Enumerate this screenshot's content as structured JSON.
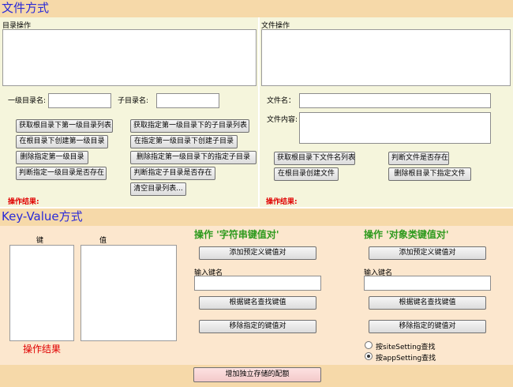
{
  "file_section": {
    "title": "文件方式",
    "dir_ops": {
      "label": "目录操作",
      "level1_label": "一级目录名:",
      "subdir_label": "子目录名:",
      "buttons": [
        "获取根目录下第一级目录列表",
        "在根目录下创建第一级目录",
        "删除指定第一级目录",
        "判断指定一级目录是否存在",
        "获取指定第一级目录下的子目录列表",
        "在指定第一级目录下创建子目录",
        "删除指定第一级目录下的指定子目录",
        "判断指定子目录是否存在",
        "清空目录列表..."
      ],
      "result": "操作结果:"
    },
    "file_ops": {
      "label": "文件操作",
      "filename_label": "文件名：",
      "content_label": "文件内容:",
      "buttons": [
        "获取根目录下文件名列表",
        "在根目录创建文件",
        "判断文件是否存在",
        "删除根目录下指定文件"
      ],
      "result": "操作结果:"
    }
  },
  "kv_section": {
    "title": "Key-Value方式",
    "key_header": "键",
    "value_header": "值",
    "result": "操作结果",
    "string_ops": {
      "title": "操作 '字符串键值对'",
      "add": "添加预定义键值对",
      "input_label": "输入键名",
      "find": "根据键名查找键值",
      "remove": "移除指定的键值对"
    },
    "object_ops": {
      "title": "操作 '对象类键值对'",
      "add": "添加预定义键值对",
      "input_label": "输入键名",
      "find": "根据键名查找键值",
      "remove": "移除指定的键值对",
      "radio_site": "按siteSetting查找",
      "radio_app": "按appSetting查找",
      "selected": "appSetting"
    },
    "bottom_button": "增加独立存储的配额"
  },
  "colors": {
    "header_band": "#f6d9a9",
    "file_panel": "#f5f5dc",
    "kv_panel": "#fce7ce",
    "title_blue": "#2a2ad8",
    "result_red": "#e00000",
    "title_green": "#2e9a1e"
  }
}
